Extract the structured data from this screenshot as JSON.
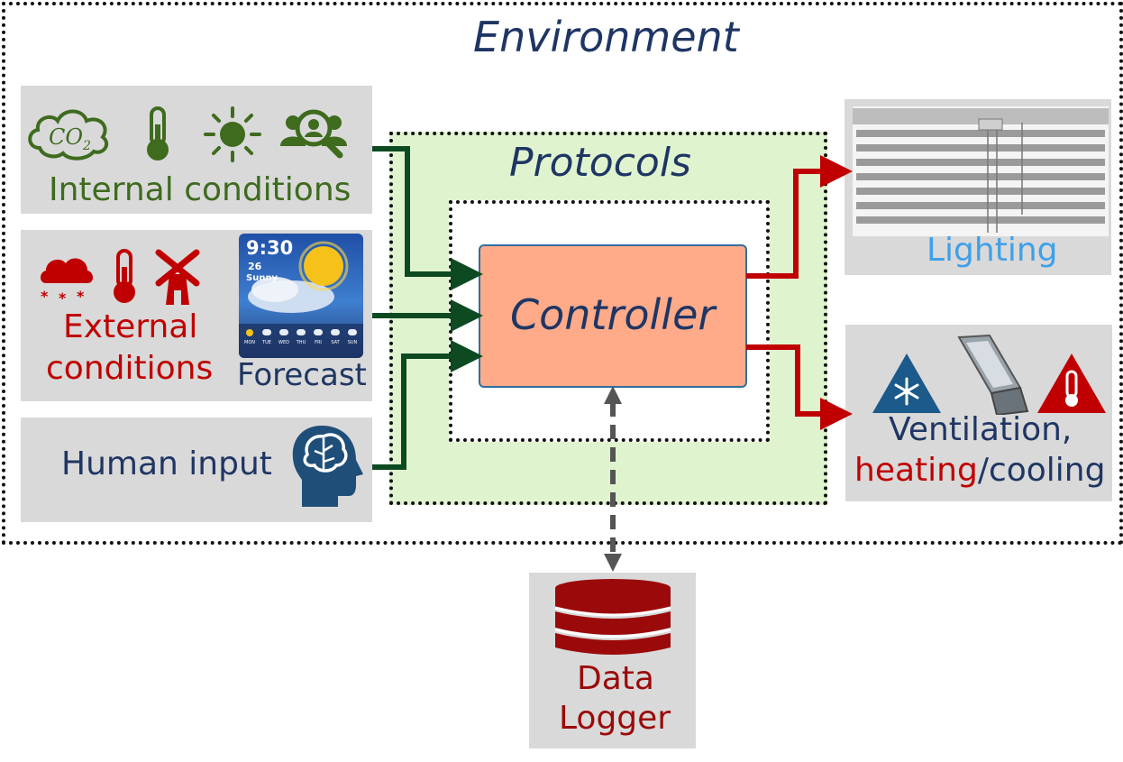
{
  "environment": {
    "title": "Environment"
  },
  "protocols": {
    "title": "Protocols"
  },
  "controller": {
    "label": "Controller"
  },
  "inputs": {
    "internal": {
      "label": "Internal conditions",
      "co2_label": "CO",
      "co2_sub": "2"
    },
    "external": {
      "label_line1": "External",
      "label_line2": "conditions"
    },
    "forecast": {
      "label": "Forecast",
      "time": "9:30",
      "temp": "26",
      "condition": "Sunny",
      "days": [
        "MON",
        "TUE",
        "WED",
        "THU",
        "FRI",
        "SAT",
        "SUN"
      ]
    },
    "human": {
      "label": "Human input"
    }
  },
  "outputs": {
    "lighting": {
      "label": "Lighting"
    },
    "ventilation": {
      "label_line1": "Ventilation,",
      "heating": "heating",
      "slash": "/",
      "cooling": "cooling"
    }
  },
  "logger": {
    "label_line1": "Data",
    "label_line2": "Logger"
  },
  "colors": {
    "green_dark": "#0d4a22",
    "input_green": "#3e6b1e",
    "external_red": "#c00000",
    "navy": "#1f3664",
    "lighting_blue": "#3fa0e8",
    "controller_fill": "#ffab8a",
    "protocols_fill": "#e0f3cf",
    "arrow_red": "#c00000",
    "logger_red": "#9b0a0a"
  }
}
